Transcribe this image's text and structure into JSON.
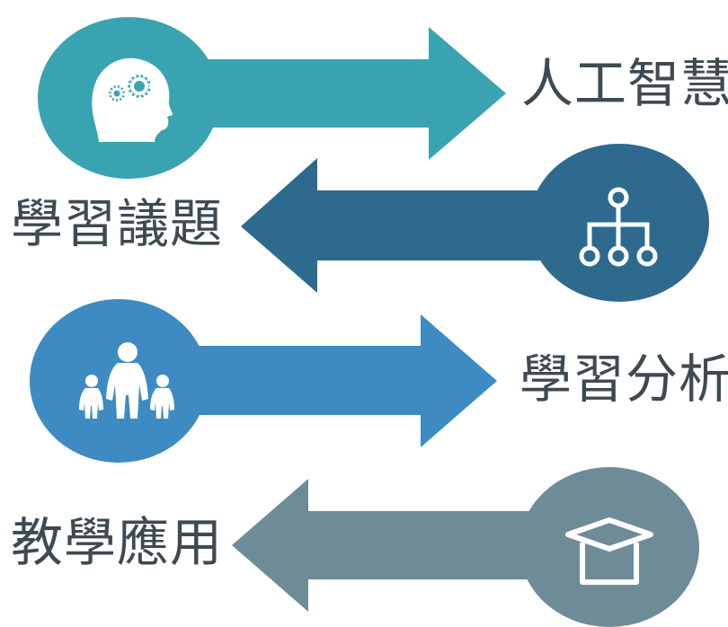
{
  "items": [
    {
      "label": "人工智慧",
      "icon": "brain-gears-icon",
      "direction": "right",
      "color": "#3aa3b1"
    },
    {
      "label": "學習議題",
      "icon": "hierarchy-icon",
      "direction": "left",
      "color": "#2e6a8e"
    },
    {
      "label": "學習分析",
      "icon": "family-icon",
      "direction": "right",
      "color": "#3d8bc2"
    },
    {
      "label": "教學應用",
      "icon": "graduation-cap-icon",
      "direction": "left",
      "color": "#6e8b98"
    }
  ]
}
